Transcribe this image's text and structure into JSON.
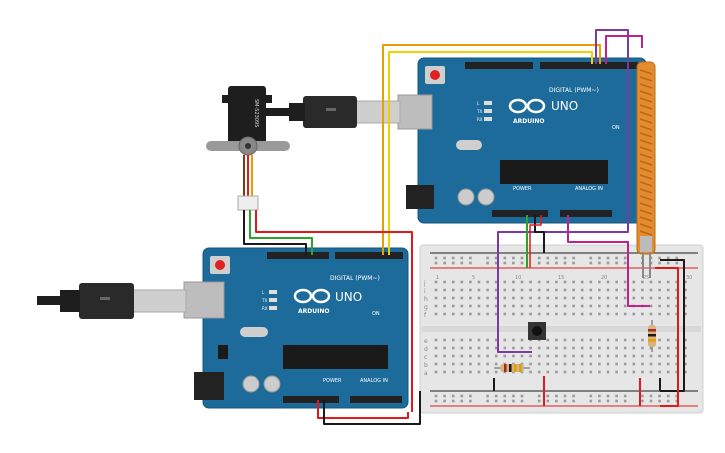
{
  "arduino_top": {
    "model": "UNO",
    "brand": "ARDUINO",
    "digital_label": "DIGITAL (PWM~)",
    "power_label": "POWER",
    "analog_label": "ANALOG IN",
    "on_label": "ON",
    "tx_label": "TX",
    "rx_label": "RX",
    "l_label": "L"
  },
  "arduino_bottom": {
    "model": "UNO",
    "brand": "ARDUINO",
    "digital_label": "DIGITAL (PWM~)",
    "power_label": "POWER",
    "analog_label": "ANALOG IN",
    "on_label": "ON",
    "tx_label": "TX",
    "rx_label": "RX",
    "l_label": "L"
  },
  "servo": {
    "model_label": "SM-S2309S"
  },
  "breadboard": {
    "row_letters_top": [
      "j",
      "i",
      "h",
      "g",
      "f"
    ],
    "row_letters_bottom": [
      "e",
      "d",
      "c",
      "b",
      "a"
    ],
    "column_numbers": [
      "1",
      "5",
      "10",
      "15",
      "20",
      "25",
      "30"
    ]
  },
  "colors": {
    "board_blue": "#1d6b9a",
    "wire_orange": "#e8a000",
    "wire_yellow": "#f0d000",
    "wire_purple": "#7b3aa0",
    "wire_magenta": "#c0208a",
    "wire_red": "#e01a1a",
    "wire_black": "#1a1a1a",
    "wire_green": "#2aa52a",
    "flex_sensor": "#e58a2e",
    "breadboard": "#e9e9e9"
  }
}
